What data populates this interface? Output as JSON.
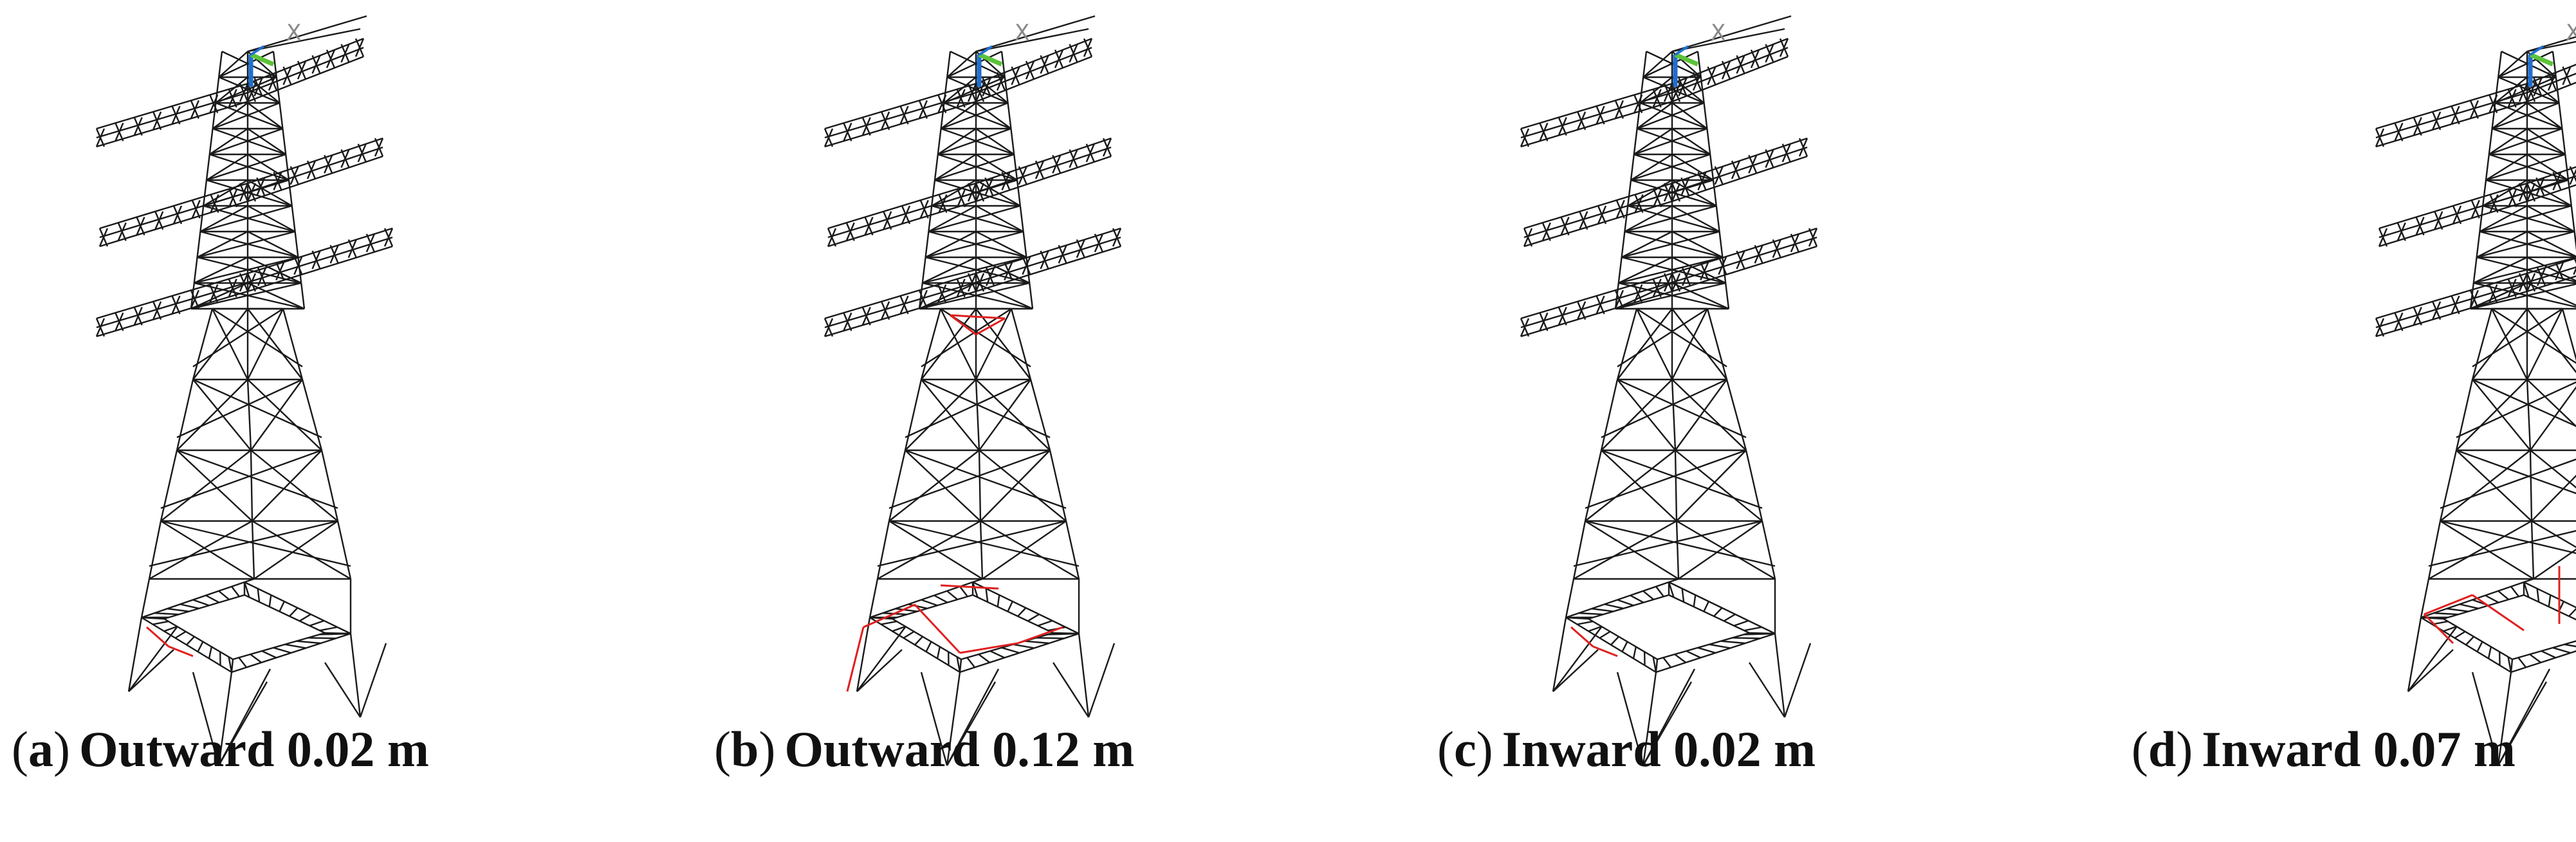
{
  "figure": {
    "panels": [
      {
        "id": "a",
        "letter": "a",
        "title": "Outward 0.02 m",
        "red_pattern": "base-left-small"
      },
      {
        "id": "b",
        "letter": "b",
        "title": "Outward 0.12 m",
        "red_pattern": "base-ring-and-waist"
      },
      {
        "id": "c",
        "letter": "c",
        "title": "Inward 0.02 m",
        "red_pattern": "base-left-small"
      },
      {
        "id": "d",
        "letter": "d",
        "title": "Inward 0.07 m",
        "red_pattern": "base-ring-and-post"
      }
    ],
    "axis_label": "X",
    "colors": {
      "mesh": "#1a1a1a",
      "highlight": "#e02020",
      "axis_blue": "#1f6fd0",
      "axis_green": "#5cc23a",
      "axis_label": "#888888"
    }
  }
}
